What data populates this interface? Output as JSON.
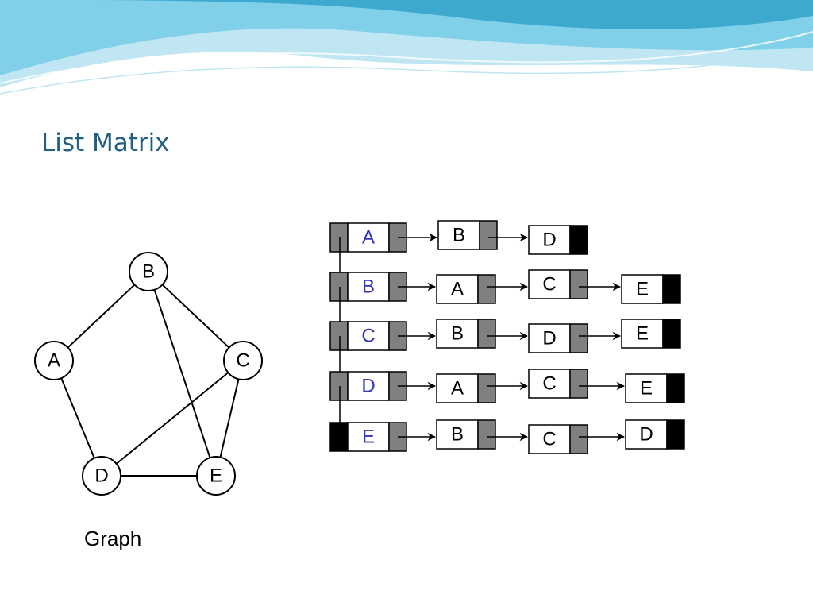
{
  "slide": {
    "title": "List Matrix",
    "caption": "Graph"
  },
  "colors": {
    "title": "#1f5f7f",
    "header_label": "#3333bb",
    "pointer_gray": "#808080",
    "null_black": "#000000",
    "wave_light": "#bfe6f2",
    "wave_mid": "#7fd0e8",
    "wave_dark": "#3ea9cf"
  },
  "graph": {
    "nodes": [
      "A",
      "B",
      "C",
      "D",
      "E"
    ],
    "edges": [
      [
        "A",
        "B"
      ],
      [
        "B",
        "C"
      ],
      [
        "B",
        "E"
      ],
      [
        "A",
        "D"
      ],
      [
        "C",
        "D"
      ],
      [
        "C",
        "E"
      ],
      [
        "D",
        "E"
      ]
    ]
  },
  "adjacency_list": [
    {
      "head": "A",
      "neighbors": [
        "B",
        "D"
      ]
    },
    {
      "head": "B",
      "neighbors": [
        "A",
        "C",
        "E"
      ]
    },
    {
      "head": "C",
      "neighbors": [
        "B",
        "D",
        "E"
      ]
    },
    {
      "head": "D",
      "neighbors": [
        "A",
        "C",
        "E"
      ]
    },
    {
      "head": "E",
      "neighbors": [
        "B",
        "C",
        "D"
      ]
    }
  ]
}
